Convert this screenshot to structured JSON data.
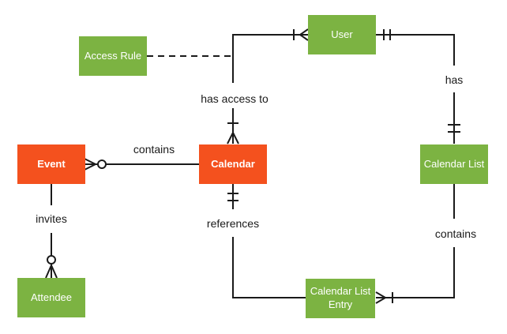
{
  "diagram": {
    "type": "entity-relationship-crows-foot",
    "background_color": "#ffffff",
    "line_color": "#1a1a1a",
    "entity_colors": {
      "orange": "#F4511E",
      "green": "#7CB342"
    },
    "entities": [
      {
        "label": "Event",
        "color": "orange"
      },
      {
        "label": "Calendar",
        "color": "orange"
      },
      {
        "label": "Access Rule",
        "color": "green"
      },
      {
        "label": "User",
        "color": "green"
      },
      {
        "label": "Calendar List",
        "color": "green"
      },
      {
        "label": "Calendar List Entry",
        "color": "green"
      },
      {
        "label": "Attendee",
        "color": "green"
      }
    ],
    "relationships": [
      {
        "label": "contains",
        "from": "Event",
        "to": "Calendar",
        "from_cardinality": "zero-or-many",
        "to_cardinality": "plain",
        "style": "solid"
      },
      {
        "label": "has access to",
        "from": "Calendar",
        "to": "User",
        "from_cardinality": "one-or-many",
        "to_cardinality": "one-or-many",
        "style": "solid"
      },
      {
        "label": "has",
        "from": "User",
        "to": "Calendar List",
        "from_cardinality": "exactly-one",
        "to_cardinality": "exactly-one",
        "style": "solid"
      },
      {
        "label": "contains",
        "from": "Calendar List",
        "to": "Calendar List Entry",
        "from_cardinality": "plain",
        "to_cardinality": "one-or-many",
        "style": "solid"
      },
      {
        "label": "references",
        "from": "Calendar",
        "to": "Calendar List Entry",
        "from_cardinality": "exactly-one",
        "to_cardinality": "plain",
        "style": "solid"
      },
      {
        "label": "invites",
        "from": "Event",
        "to": "Attendee",
        "from_cardinality": "plain",
        "to_cardinality": "zero-or-many",
        "style": "solid"
      },
      {
        "label": "",
        "from": "Access Rule",
        "to": "has access to",
        "from_cardinality": "plain",
        "to_cardinality": "plain",
        "style": "dashed"
      }
    ]
  }
}
